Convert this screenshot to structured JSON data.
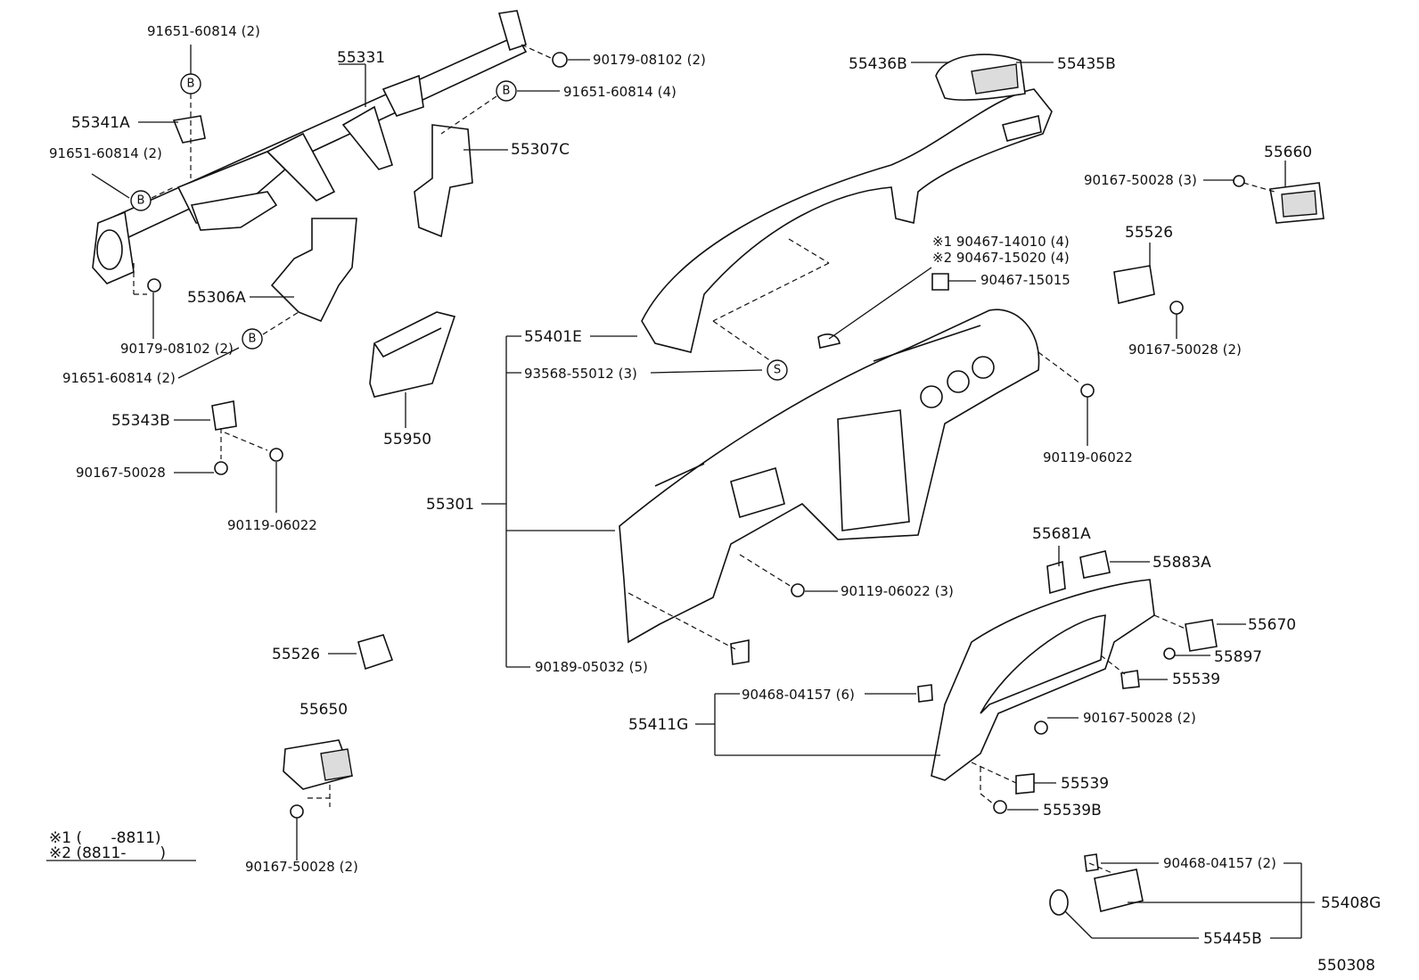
{
  "labels": {
    "p_91651_60814_2_top": "91651-60814 (2)",
    "p_55331": "55331",
    "p_90179_08102_2_top": "90179-08102 (2)",
    "p_55436B": "55436B",
    "p_55435B": "55435B",
    "p_91651_60814_4": "91651-60814 (4)",
    "p_55341A": "55341A",
    "p_55307C": "55307C",
    "p_55660": "55660",
    "p_91651_60814_2_left": "91651-60814 (2)",
    "p_90167_50028_3": "90167-50028 (3)",
    "p_55526_right": "55526",
    "p_x1_90467_14010": "※1 90467-14010 (4)",
    "p_x2_90467_15020": "※2 90467-15020 (4)",
    "p_90467_15015": "90467-15015",
    "p_55306A": "55306A",
    "p_90167_50028_2_right": "90167-50028 (2)",
    "p_55401E": "55401E",
    "p_90179_08102_2_left": "90179-08102 (2)",
    "p_93568_55012": "93568-55012 (3)",
    "p_91651_60814_2_low": "91651-60814 (2)",
    "p_55343B": "55343B",
    "p_55950": "55950",
    "p_90119_06022_right": "90119-06022",
    "p_90167_50028_left": "90167-50028",
    "p_90119_06022_left": "90119-06022",
    "p_55301": "55301",
    "p_55681A": "55681A",
    "p_55883A": "55883A",
    "p_90119_06022_3": "90119-06022 (3)",
    "p_55670": "55670",
    "p_55526_left": "55526",
    "p_55897": "55897",
    "p_90189_05032": "90189-05032 (5)",
    "p_55539_a": "55539",
    "p_90468_04157_6": "90468-04157 (6)",
    "p_55650": "55650",
    "p_55411G": "55411G",
    "p_90167_50028_2_mid": "90167-50028 (2)",
    "p_55539_b": "55539",
    "p_55539B": "55539B",
    "p_90167_50028_2_bottom": "90167-50028 (2)",
    "p_90468_04157_2": "90468-04157 (2)",
    "p_55408G": "55408G",
    "p_55445B": "55445B",
    "diagram_number": "550308"
  },
  "marks": {
    "b": "B",
    "s": "S"
  },
  "legend": {
    "line1": "※1 (      -8811)",
    "line2": "※2 (8811-       )"
  }
}
